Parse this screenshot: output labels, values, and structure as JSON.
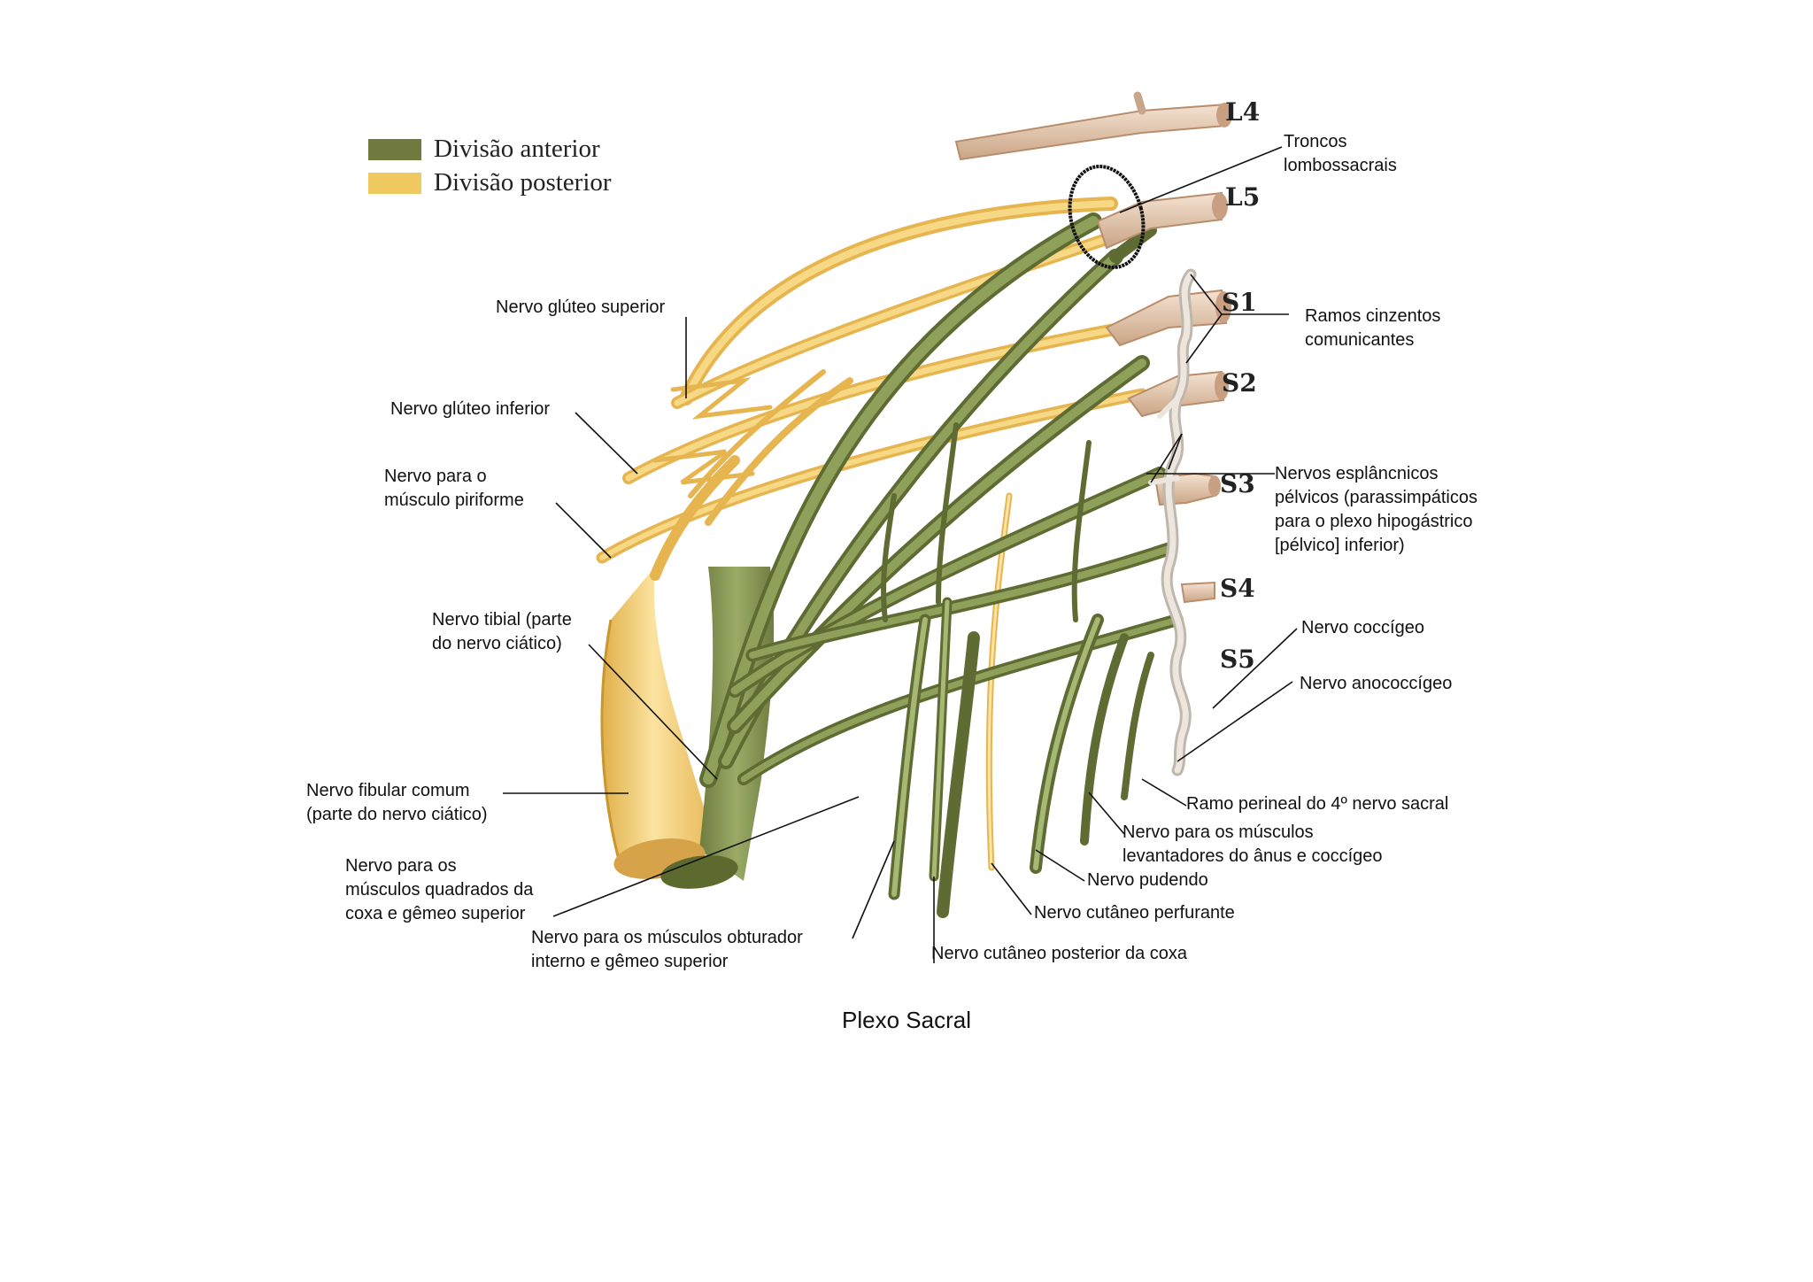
{
  "legend": [
    {
      "label": "Divisão anterior",
      "color": "#707a3e"
    },
    {
      "label": "Divisão posterior",
      "color": "#f0c860"
    }
  ],
  "roots": [
    "L4",
    "L5",
    "S1",
    "S2",
    "S3",
    "S4",
    "S5"
  ],
  "labels": {
    "troncos": [
      "Troncos",
      "lombossacrais"
    ],
    "ramos_cinzentos": [
      "Ramos cinzentos",
      "comunicantes"
    ],
    "nervos_esplancnicos": [
      "Nervos esplâncnicos",
      "pélvicos (parassimpáticos",
      "para o plexo hipogástrico",
      "[pélvico] inferior)"
    ],
    "nervo_coccigeo": "Nervo coccígeo",
    "nervo_anococcigeo": "Nervo anococcígeo",
    "ramo_perineal": "Ramo perineal do 4º nervo sacral",
    "nervo_levantadores": [
      "Nervo para os músculos",
      "levantadores do ânus e coccígeo"
    ],
    "nervo_pudendo": "Nervo pudendo",
    "nervo_cutaneo_perfurante": "Nervo cutâneo perfurante",
    "nervo_cutaneo_posterior": "Nervo cutâneo posterior da coxa",
    "nervo_obturador": [
      "Nervo para os músculos obturador",
      "interno e gêmeo superior"
    ],
    "nervo_quadrados": [
      "Nervo para os",
      "músculos quadrados da",
      "coxa e gêmeo superior"
    ],
    "nervo_fibular": [
      "Nervo fibular comum",
      "(parte do nervo ciático)"
    ],
    "nervo_tibial": [
      "Nervo tibial (parte",
      "do nervo ciático)"
    ],
    "nervo_piriforme": [
      "Nervo para o",
      "músculo piriforme"
    ],
    "nervo_gluteo_inferior": "Nervo glúteo inferior",
    "nervo_gluteo_superior": "Nervo glúteo superior"
  },
  "caption": "Plexo Sacral",
  "colors": {
    "anterior": "#8a9a58",
    "anterior_dark": "#5f6b34",
    "posterior": "#f2c766",
    "posterior_dark": "#d9a83e",
    "root": "#e9cdb6",
    "root_dark": "#c99f82",
    "ganglion": "#e8e0d5"
  }
}
